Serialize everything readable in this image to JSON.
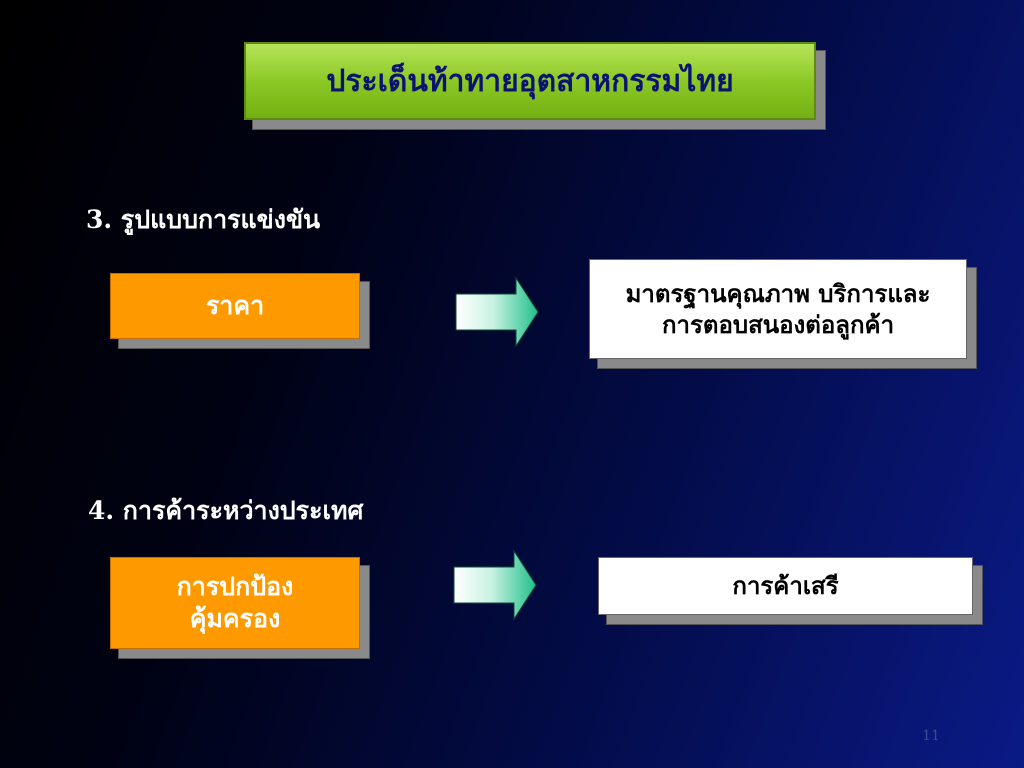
{
  "slide": {
    "title": "ประเด็นท้าทายอุตสาหกรรมไทย",
    "page_number": "11"
  },
  "sections": [
    {
      "heading": "3. รูปแบบการแข่งขัน",
      "from_box_lines": [
        "ราคา"
      ],
      "to_box_lines": [
        "มาตรฐานคุณภาพ บริการและ",
        "การตอบสนองต่อลูกค้า"
      ]
    },
    {
      "heading": "4. การค้าระหว่างประเทศ",
      "from_box_lines": [
        "การปกป้อง",
        "คุ้มครอง"
      ],
      "to_box_lines": [
        "การค้าเสรี"
      ]
    }
  ],
  "colors": {
    "title_box": "#8cc826",
    "title_text": "#0a1470",
    "from_box": "#ff9900",
    "to_box": "#ffffff",
    "arrow_head": "#2fcf9a"
  },
  "icons": {
    "arrow": "right-arrow-icon"
  }
}
